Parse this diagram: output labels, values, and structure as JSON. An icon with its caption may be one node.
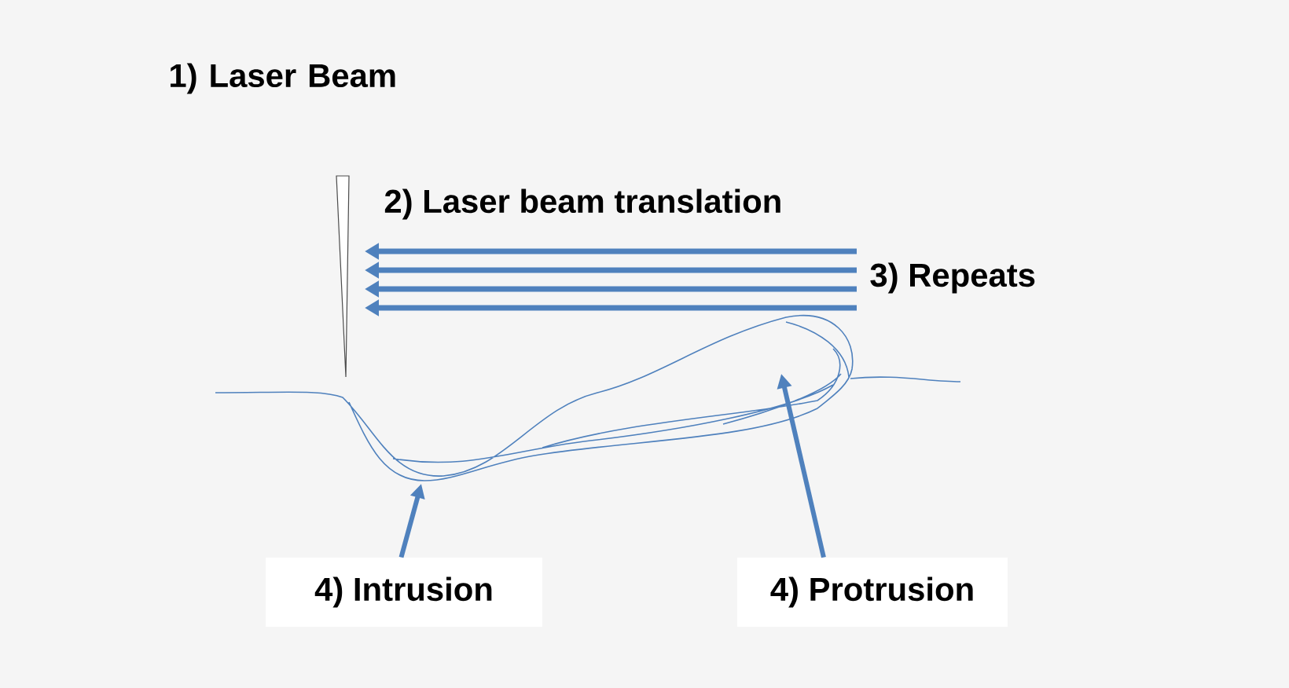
{
  "diagram": {
    "nodes": [
      {
        "text": [
          "4) Intrusion"
        ]
      },
      {
        "text": [
          "4) Protrusion"
        ]
      },
      {
        "text": [],
        "shape": "picture"
      }
    ],
    "edges": [
      {
        "from": 0,
        "to": 2,
        "arrow": "to"
      },
      {
        "from": 1,
        "to": 2,
        "arrow": "to"
      }
    ],
    "labels": [
      "1) Laser Beam",
      "2) Laser beam translation",
      "3) Repeats"
    ]
  }
}
